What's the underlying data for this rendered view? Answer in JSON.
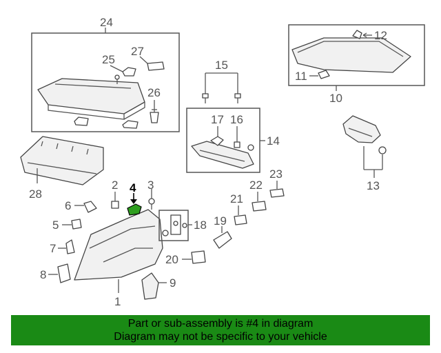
{
  "diagram": {
    "callouts": [
      "1",
      "2",
      "3",
      "4",
      "5",
      "6",
      "7",
      "8",
      "9",
      "10",
      "11",
      "12",
      "13",
      "14",
      "15",
      "16",
      "17",
      "18",
      "19",
      "20",
      "21",
      "22",
      "23",
      "24",
      "25",
      "26",
      "27",
      "28"
    ],
    "highlighted_part": "4",
    "highlight_color": "#2e9e1f"
  },
  "banner": {
    "line1": "Part or sub-assembly is #4 in diagram",
    "line2": "Diagram may not be specific to your vehicle",
    "background": "#1a8a15"
  }
}
